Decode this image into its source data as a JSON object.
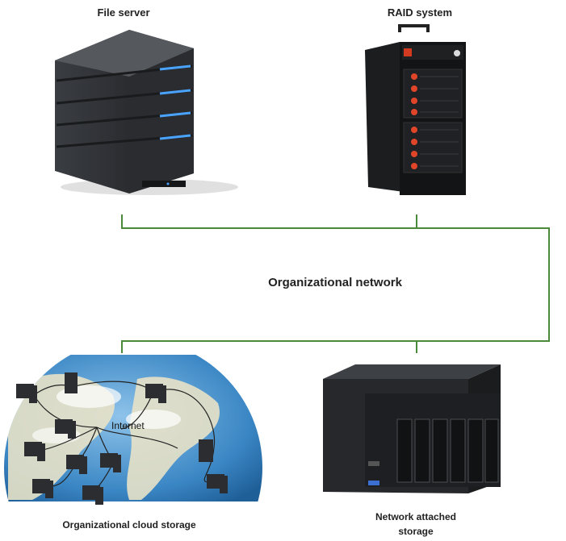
{
  "labels": {
    "file_server": "File server",
    "raid_system": "RAID system",
    "network": "Organizational network",
    "cloud_storage": "Organizational cloud storage",
    "nas_line1": "Network attached",
    "nas_line2": "storage",
    "internet": "Internet"
  },
  "colors": {
    "network_line": "#4a8a3a",
    "server_body": "#2b2d30",
    "led_blue": "#4aa3ff",
    "raid_red": "#e0452a",
    "globe_ocean": "#2f78b8",
    "globe_land": "#e6dfc6"
  },
  "icons": [
    "tower-server-icon",
    "raid-enclosure-icon",
    "globe-network-icon",
    "nas-device-icon"
  ]
}
